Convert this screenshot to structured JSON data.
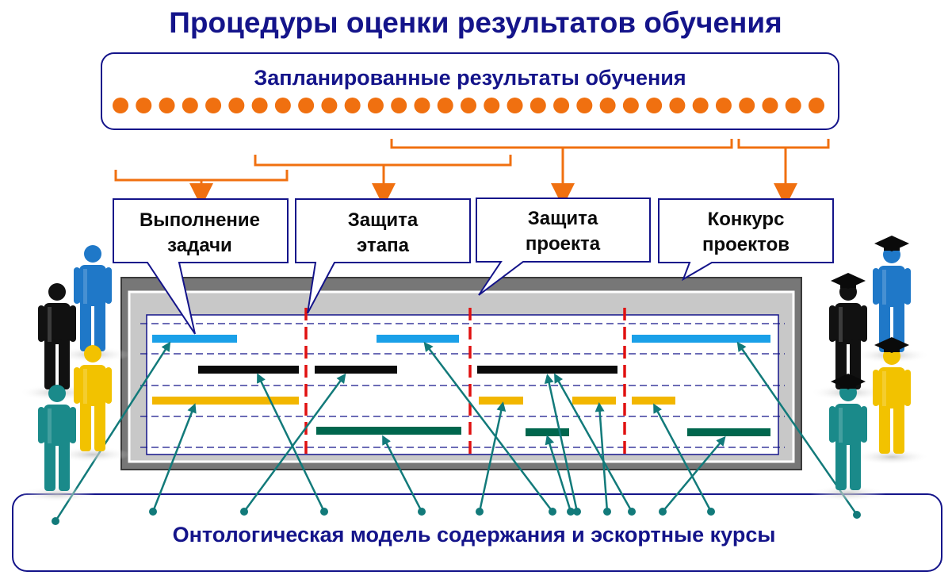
{
  "title": "Процедуры оценки результатов обучения",
  "planned_results": {
    "label": "Запланированные результаты обучения",
    "dot_count": 31
  },
  "callouts": [
    {
      "id": "task",
      "lines": [
        "Выполнение",
        "задачи"
      ]
    },
    {
      "id": "stage-defense",
      "lines": [
        "Защита",
        "этапа"
      ]
    },
    {
      "id": "project-defense",
      "lines": [
        "Защита",
        "проекта"
      ]
    },
    {
      "id": "contest",
      "lines": [
        "Конкурс",
        "проектов"
      ]
    }
  ],
  "bottom_box": {
    "label": "Онтологическая модель содержания и эскортные курсы"
  },
  "colors": {
    "title": "#14148a",
    "accent_orange": "#f07010",
    "separator_red": "#e01010",
    "blue_bar": "#1aa0e8",
    "black_bar": "#0a0a0a",
    "yellow_bar": "#f2b600",
    "green_bar": "#00664d",
    "arrow_teal": "#127a7a",
    "frame_gray": "#777777",
    "inner_gray": "#c8c8c8"
  },
  "people": {
    "left": [
      "blue-person-icon",
      "black-person-icon",
      "yellow-person-icon",
      "teal-person-icon"
    ],
    "right": [
      "black-graduate-icon",
      "blue-graduate-icon",
      "yellow-graduate-icon",
      "teal-graduate-icon"
    ]
  }
}
